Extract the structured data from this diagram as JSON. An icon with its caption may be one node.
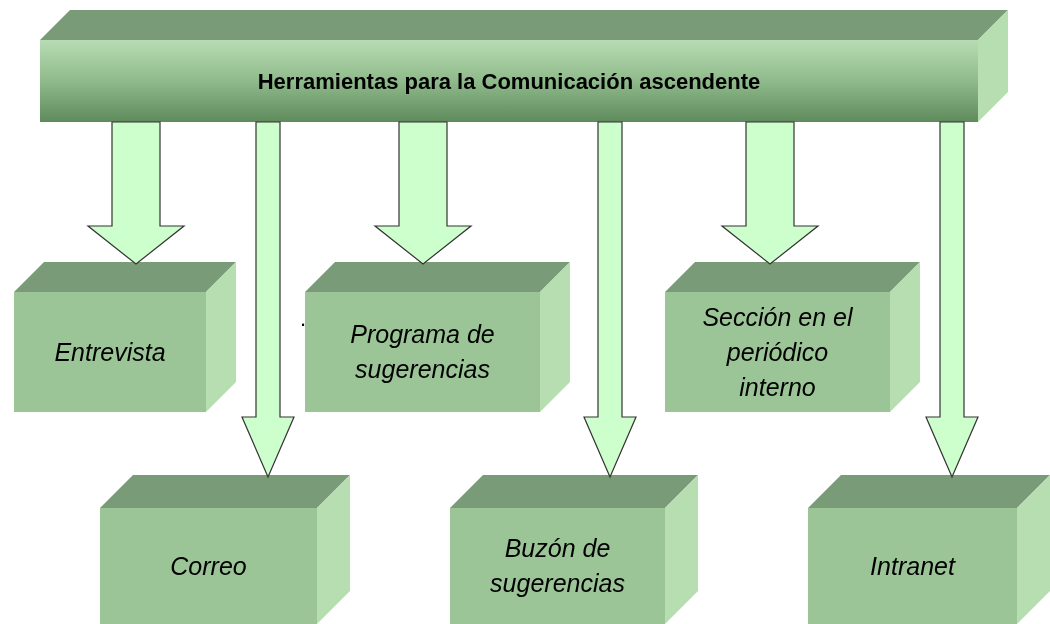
{
  "diagram": {
    "nodes": [
      {
        "text": [
          "Herramientas para la Comunicación ascendente"
        ]
      },
      {
        "text": [
          "Entrevista"
        ]
      },
      {
        "text": [
          "Programa de sugerencias"
        ]
      },
      {
        "text": [
          "Sección en el periódico interno"
        ]
      },
      {
        "text": [
          "Correo"
        ]
      },
      {
        "text": [
          "Buzón de sugerencias"
        ]
      },
      {
        "text": [
          "Intranet"
        ]
      }
    ],
    "edges": [
      {
        "from": 0,
        "to": 1,
        "arrow": "to"
      },
      {
        "from": 0,
        "to": 4,
        "arrow": "to"
      },
      {
        "from": 0,
        "to": 2,
        "arrow": "to"
      },
      {
        "from": 0,
        "to": 5,
        "arrow": "to"
      },
      {
        "from": 0,
        "to": 3,
        "arrow": "to"
      },
      {
        "from": 0,
        "to": 6,
        "arrow": "to"
      }
    ],
    "labels": [
      "."
    ]
  }
}
